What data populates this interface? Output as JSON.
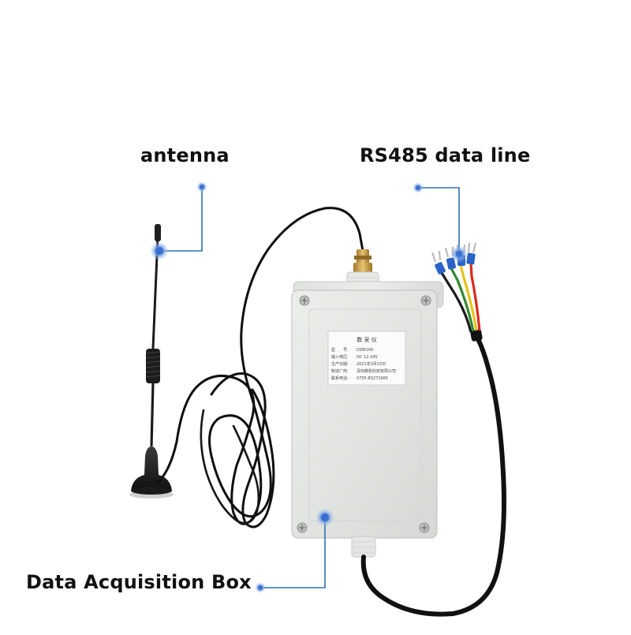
{
  "labels": {
    "antenna": "antenna",
    "rs485": "RS485 data line",
    "box": "Data Acquisition Box"
  },
  "device_label": {
    "title": "数 采 仪",
    "rows": [
      {
        "key": "型　　号:",
        "value": "DZM100"
      },
      {
        "key": "输入电压:",
        "value": "DC 12-24V"
      },
      {
        "key": "生产日期:",
        "value": "2021年3月15日"
      },
      {
        "key": "制造厂商:",
        "value": "深圳菜机科技有限公司"
      },
      {
        "key": "联系电话:",
        "value": "0755-85271665"
      }
    ]
  },
  "colors": {
    "callout_line": "#2f6fb3",
    "callout_dot": "#4a7fd0",
    "box_body": "#e4e6e3",
    "cable": "#111111",
    "wire_red": "#d92b1c",
    "wire_yellow": "#e8c21a",
    "wire_green": "#2f8a2f",
    "connector_gold": "#c9a24a",
    "terminal_blue": "#2a62c9"
  }
}
